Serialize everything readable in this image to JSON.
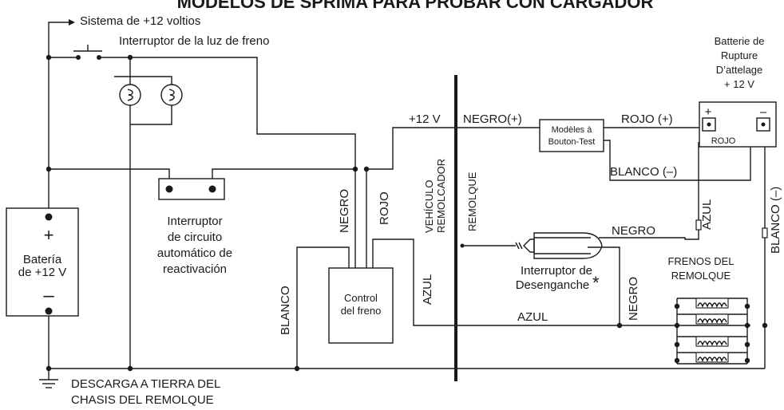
{
  "title": "MODELOS DE SPRIMA PARA PROBAR CON CARGADOR",
  "labels": {
    "sistema12": "Sistema de +12 voltios",
    "interruptor_luz": "Interruptor de la luz de freno",
    "batterie_1": "Batterie de",
    "batterie_2": "Rupture",
    "batterie_3": "D’attelage",
    "batterie_4": "+ 12 V",
    "plus12v": "+12 V",
    "negro_plus": "NEGRO(+)",
    "modeles_1": "Modèles à",
    "modeles_2": "Bouton-Test",
    "rojo_plus": "ROJO (+)",
    "blanco_minus": "BLANCO (–)",
    "rojo_small": "ROJO",
    "plus_sign": "+",
    "minus_sign": "–",
    "interruptor_circ_1": "Interruptor",
    "interruptor_circ_2": "de circuito",
    "interruptor_circ_3": "automático de",
    "interruptor_circ_4": "reactivación",
    "bateria_plus": "+",
    "bateria_1": "Batería",
    "bateria_2": "de +12 V",
    "bateria_minus": "–",
    "negro_v": "NEGRO",
    "rojo_v": "ROJO",
    "vehiculo_1": "VEHÍCULO",
    "vehiculo_2": "REMOLCADOR",
    "remolque_v": "REMOLQUE",
    "azul_v1": "AZUL",
    "blanco_right_v": "BLANCO (–)",
    "negro_right": "NEGRO",
    "interruptor_des_1": "Interruptor de",
    "interruptor_des_2": "Desenganche",
    "asterisk": "*",
    "frenos_1": "FRENOS DEL",
    "frenos_2": "REMOLQUE",
    "blanco_left_v": "BLANCO",
    "control_1": "Control",
    "control_2": "del freno",
    "azul_v2": "AZUL",
    "azul_h": "AZUL",
    "negro_v2": "NEGRO",
    "descarga_1": "DESCARGA A TIERRA DEL",
    "descarga_2": "CHASIS DEL REMOLQUE"
  }
}
